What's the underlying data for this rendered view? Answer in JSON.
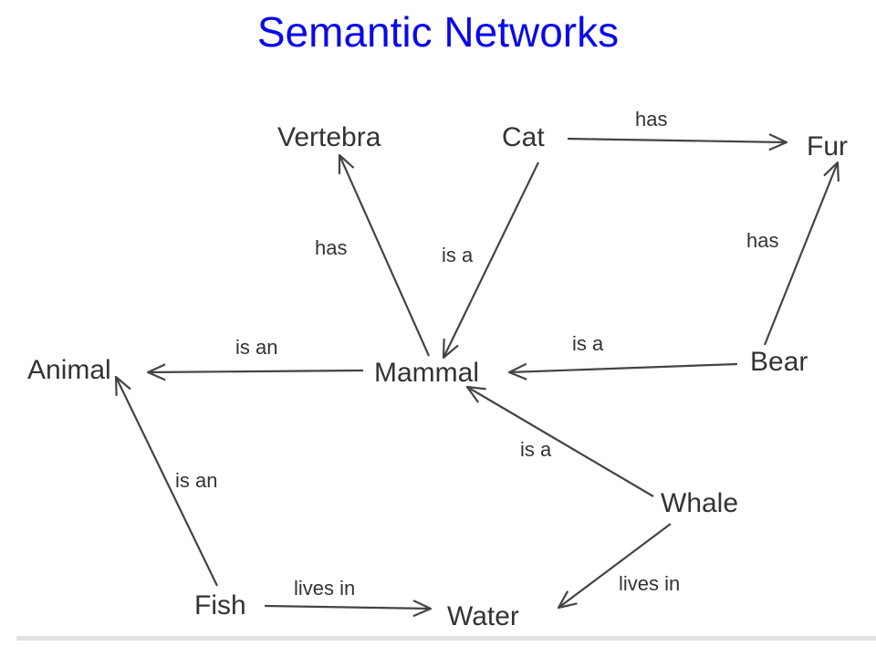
{
  "title": "Semantic Networks",
  "colors": {
    "title": "#0a0ae6",
    "text": "#333333",
    "line": "#444444"
  },
  "nodes": {
    "vertebra": "Vertebra",
    "cat": "Cat",
    "fur": "Fur",
    "animal": "Animal",
    "mammal": "Mammal",
    "bear": "Bear",
    "whale": "Whale",
    "fish": "Fish",
    "water": "Water"
  },
  "edges": [
    {
      "from": "Cat",
      "to": "Fur",
      "label": "has"
    },
    {
      "from": "Mammal",
      "to": "Vertebra",
      "label": "has"
    },
    {
      "from": "Cat",
      "to": "Mammal",
      "label": "is a"
    },
    {
      "from": "Bear",
      "to": "Fur",
      "label": "has"
    },
    {
      "from": "Mammal",
      "to": "Animal",
      "label": "is an"
    },
    {
      "from": "Bear",
      "to": "Mammal",
      "label": "is a"
    },
    {
      "from": "Whale",
      "to": "Mammal",
      "label": "is a"
    },
    {
      "from": "Fish",
      "to": "Animal",
      "label": "is an"
    },
    {
      "from": "Whale",
      "to": "Water",
      "label": "lives in"
    },
    {
      "from": "Fish",
      "to": "Water",
      "label": "lives in"
    }
  ]
}
